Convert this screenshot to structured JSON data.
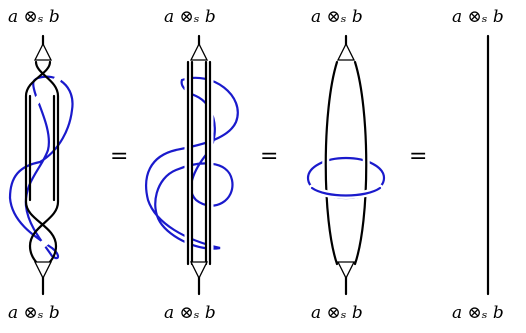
{
  "labels": {
    "top": [
      "a ⊗ₛ b",
      "a ⊗ₛ b",
      "a ⊗ₛ b",
      "a ⊗ₛ b"
    ],
    "bottom": [
      "a ⊗ₛ b",
      "a ⊗ₛ b",
      "a ⊗ₛ b",
      "a ⊗ₛ b"
    ]
  },
  "equals": [
    "=",
    "=",
    "="
  ],
  "colors": {
    "strand": "#000000",
    "ring": "#1a1acc"
  },
  "icons": [
    "merge-triangle-icon",
    "split-triangle-icon"
  ]
}
